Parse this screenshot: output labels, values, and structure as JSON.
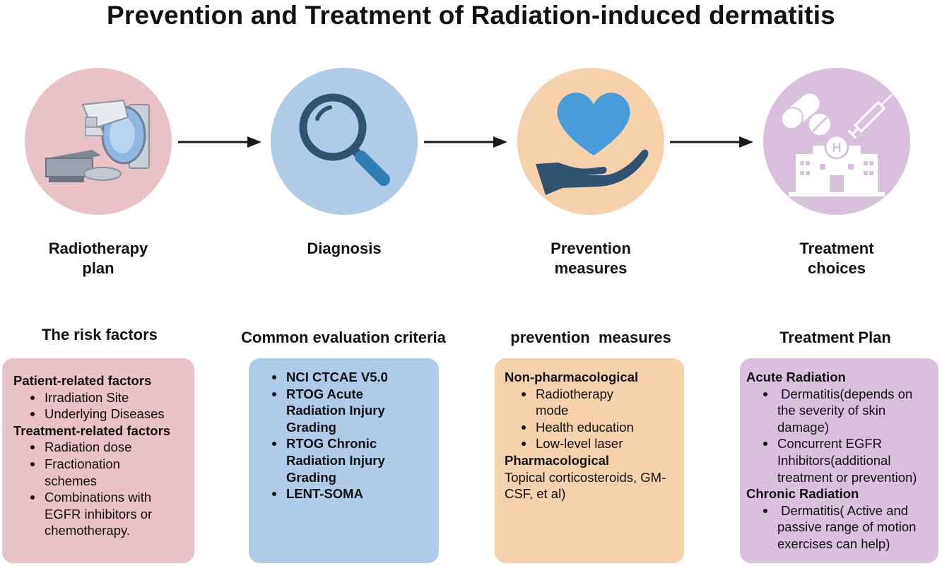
{
  "title": "Prevention and Treatment of Radiation-induced dermatitis",
  "colors": {
    "pink": "#e8c2c4",
    "blue": "#afcbe8",
    "orange": "#f6d2ac",
    "purple": "#d9c1dd",
    "icon_blue": "#2f7fb6",
    "heart_blue": "#4a9bd9",
    "hand_dark": "#2f5270",
    "arrow": "#1a1a1a"
  },
  "stages": [
    {
      "icon": "radiotherapy-machine-icon",
      "line1": "Radiotherapy",
      "line2": "plan"
    },
    {
      "icon": "magnifier-icon",
      "line1": "Diagnosis",
      "line2": ""
    },
    {
      "icon": "heart-in-hand-icon",
      "line1": "Prevention",
      "line2": "measures"
    },
    {
      "icon": "medicine-hospital-icon",
      "line1": "Treatment",
      "line2": "choices"
    }
  ],
  "risk": {
    "heading": "The risk factors",
    "patient_header": "Patient-related factors",
    "patient_items": [
      "Irradiation Site",
      "Underlying Diseases"
    ],
    "treatment_header": "Treatment-related factors",
    "treatment_items": [
      "Radiation dose",
      "Fractionation schemes",
      "Combinations with EGFR inhibitors or chemotherapy."
    ]
  },
  "evaluation": {
    "heading": "Common evaluation criteria",
    "items": [
      "NCI CTCAE V5.0",
      "RTOG Acute Radiation Injury Grading",
      "RTOG Chronic Radiation Injury Grading",
      "LENT-SOMA"
    ]
  },
  "prevention": {
    "heading": "prevention  measures",
    "nonpharm_header": "Non-pharmacological",
    "nonpharm_items": [
      "Radiotherapy mode",
      "Health education",
      "Low-level laser"
    ],
    "pharm_header": "Pharmacological",
    "pharm_text": "Topical corticosteroids, GM-CSF, et al)"
  },
  "treatment": {
    "heading": "Treatment Plan",
    "acute_header": "Acute Radiation",
    "acute_items": [
      " Dermatitis(depends on the severity of skin damage)",
      "Concurrent EGFR Inhibitors(additional treatment or prevention)"
    ],
    "chronic_header": "Chronic Radiation",
    "chronic_items": [
      " Dermatitis( Active and passive range of motion exercises can help)"
    ]
  }
}
